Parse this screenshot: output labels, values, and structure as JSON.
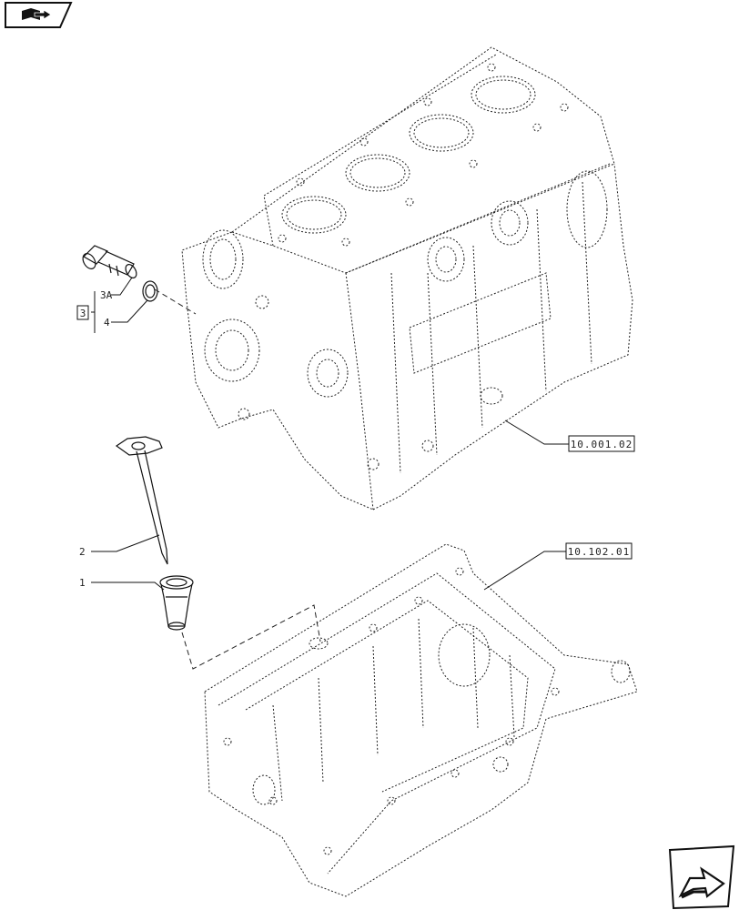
{
  "header": {
    "icon": "book-arrow-icon"
  },
  "callouts": {
    "item_1": "1",
    "item_2": "2",
    "item_3": "3",
    "item_3a": "3A",
    "item_4": "4"
  },
  "references": {
    "engine_block": "10.001.02",
    "oil_pan": "10.102.01"
  },
  "footer": {
    "icon": "next-page-arrow-icon"
  },
  "colors": {
    "line": "#111111",
    "background": "#ffffff"
  }
}
